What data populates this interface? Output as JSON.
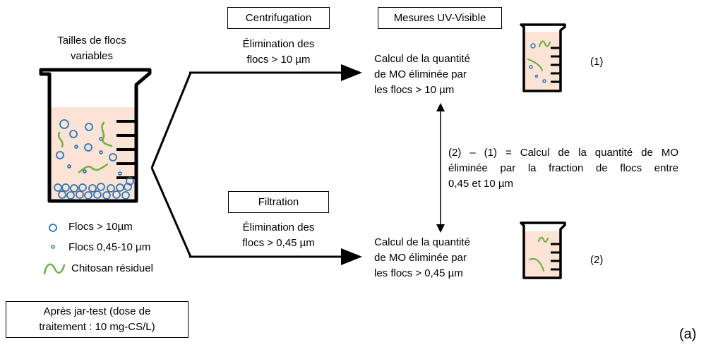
{
  "left": {
    "title_lines": [
      "Tailles de flocs",
      "variables"
    ],
    "legend": [
      {
        "label": "Flocs > 10µm",
        "icon": "large-floc-icon"
      },
      {
        "label": "Flocs 0,45-10 µm",
        "icon": "small-floc-icon"
      },
      {
        "label": "Chitosan résiduel",
        "icon": "chitosan-icon"
      }
    ],
    "jar_test_lines": [
      "Après jar-test (dose de",
      "traitement : 10 mg-CS/L)"
    ]
  },
  "top_branch": {
    "method": "Centrifugation",
    "elim_lines": [
      "Élimination des",
      "flocs > 10 µm"
    ],
    "measure_box": "Mesures UV-Visible",
    "calc_lines": [
      "Calcul de la quantité",
      "de MO éliminée par",
      "les flocs > 10 µm"
    ],
    "index": "(1)"
  },
  "bottom_branch": {
    "method": "Filtration",
    "elim_lines": [
      "Élimination des",
      "flocs > 0,45 µm"
    ],
    "calc_lines": [
      "Calcul de la quantité",
      "de MO éliminée par",
      "les flocs > 0,45 µm"
    ],
    "index": "(2)"
  },
  "difference_lines": [
    "(2) – (1) = Calcul de la quantité de MO",
    "éliminée par la fraction de flocs entre",
    "0,45 et 10 µm"
  ],
  "panel_label": "(a)",
  "colors": {
    "liquid": "#fbe3d5",
    "floc_outline": "#2e75b6",
    "chitosan": "#70ad47",
    "outline": "#000000"
  }
}
